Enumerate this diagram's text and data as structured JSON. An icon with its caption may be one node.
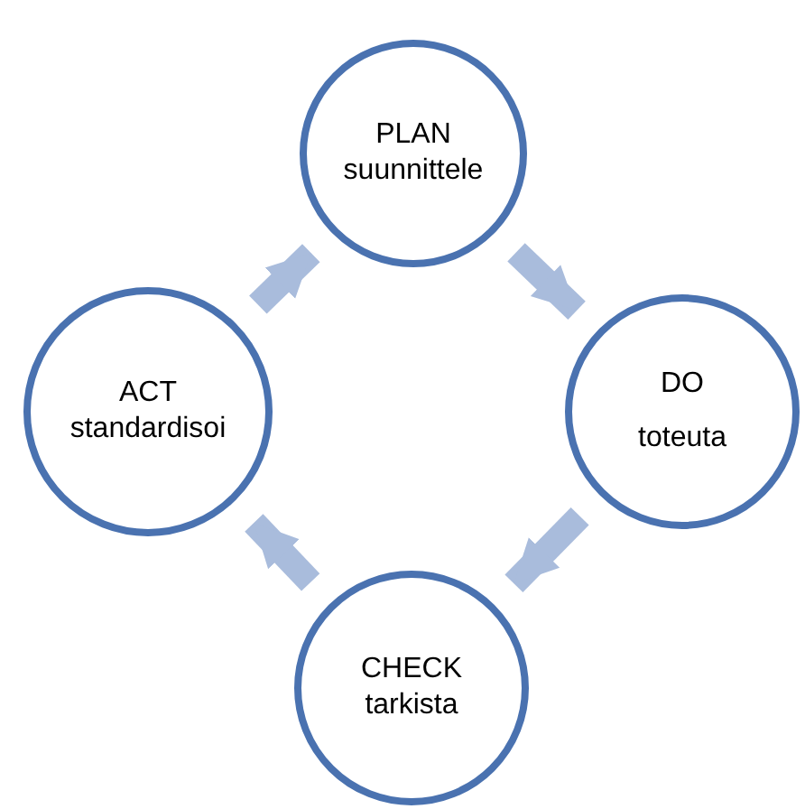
{
  "diagram": {
    "nodes": [
      {
        "text": [
          "PLAN",
          "suunnittele"
        ]
      },
      {
        "text": [
          "DO",
          "toteuta"
        ]
      },
      {
        "text": [
          "CHECK",
          "tarkista"
        ]
      },
      {
        "text": [
          "ACT",
          "standardisoi"
        ]
      }
    ],
    "edges": [
      {
        "from": 0,
        "to": 1,
        "arrow": "to"
      },
      {
        "from": 1,
        "to": 2,
        "arrow": "to"
      },
      {
        "from": 2,
        "to": 3,
        "arrow": "to"
      },
      {
        "from": 3,
        "to": 0,
        "arrow": "to"
      }
    ]
  }
}
